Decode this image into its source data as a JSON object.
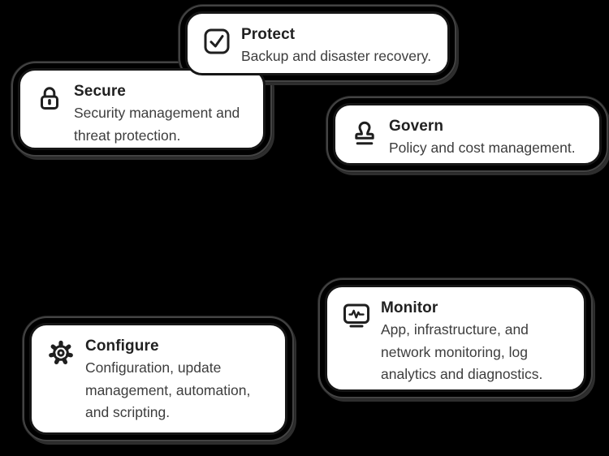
{
  "colors": {
    "background": "#000000",
    "card_background": "#ffffff",
    "card_outline": "#161616",
    "sketch_ring": "#434343",
    "icon_stroke": "#1f1f1f",
    "title_color": "#212121",
    "description_color": "#3d3d3d"
  },
  "cards": [
    {
      "id": "protect",
      "title": "Protect",
      "description": "Backup and disaster recovery.",
      "icon": "checkbox-check-icon"
    },
    {
      "id": "secure",
      "title": "Secure",
      "description": "Security management and\nthreat protection.",
      "icon": "lock-icon"
    },
    {
      "id": "govern",
      "title": "Govern",
      "description": "Policy and cost management.",
      "icon": "stamp-icon"
    },
    {
      "id": "monitor",
      "title": "Monitor",
      "description": "App, infrastructure, and\nnetwork monitoring, log\nanalytics and diagnostics.",
      "icon": "monitor-pulse-icon"
    },
    {
      "id": "configure",
      "title": "Configure",
      "description": "Configuration, update\nmanagement, automation,\nand scripting.",
      "icon": "gear-icon"
    }
  ]
}
